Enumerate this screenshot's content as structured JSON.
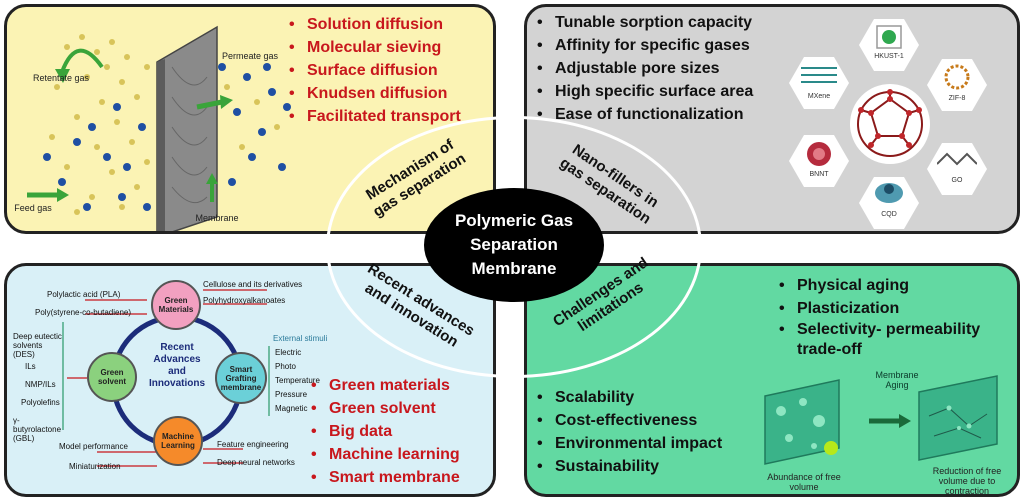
{
  "center": {
    "line1": "Polymeric Gas",
    "line2": "Separation",
    "line3": "Membrane"
  },
  "labels": {
    "mechanism": {
      "l1": "Mechanism of",
      "l2": "gas separation"
    },
    "nanofillers": {
      "l1": "Nano-fillers in",
      "l2": "gas separation"
    },
    "advances": {
      "l1": "Recent advances",
      "l2": "and innovation"
    },
    "challenges": {
      "l1": "Challenges and",
      "l2": "limitations"
    }
  },
  "mechanism_panel": {
    "items": [
      "Solution diffusion",
      "Molecular sieving",
      "Surface diffusion",
      "Knudsen diffusion",
      "Facilitated transport"
    ],
    "captions": {
      "retentate": "Retentate gas",
      "permeate": "Permeate gas",
      "feed": "Feed gas",
      "membrane": "Membrane"
    }
  },
  "nanofillers_panel": {
    "items": [
      "Tunable sorption capacity",
      "Affinity for specific gases",
      "Adjustable pore sizes",
      "High specific surface area",
      "Ease of functionalization"
    ],
    "fillers": [
      "MXene",
      "HKUST-1",
      "ZIF-8",
      "GO",
      "CQD",
      "BNNT"
    ]
  },
  "advances_panel": {
    "items": [
      "Green materials",
      "Green solvent",
      "Big data",
      "Machine learning",
      "Smart membrane"
    ],
    "center_text": {
      "l1": "Recent",
      "l2": "Advances",
      "l3": "and",
      "l4": "Innovations"
    },
    "nodes": {
      "green_materials": "Green Materials",
      "green_solvent": "Green solvent",
      "smart_grafting": "Smart Grafting membrane",
      "machine_learning": "Machine Learning"
    },
    "small": {
      "tl1": "Polylactic acid (PLA)",
      "tl2": "Poly(styrene-co-butadiene)",
      "tr1": "Cellulose and its derivatives",
      "tr2": "Polyhydroxyalkanoates",
      "l1": "Deep eutectic solvents (DES)",
      "l2": "ILs",
      "l3": "NMP/ILs",
      "l4": "Polyolefins",
      "l5": "γ-butyrolactone (GBL)",
      "r0": "External stimuli",
      "r1": "Electric",
      "r2": "Photo",
      "r3": "Temperature",
      "r4": "Pressure",
      "r5": "Magnetic",
      "b1": "Model performance",
      "b2": "Miniaturization",
      "b3": "Feature engineering",
      "b4": "Deep neural networks"
    }
  },
  "challenges_panel": {
    "items_top": [
      "Physical aging",
      "Plasticization",
      "Selectivity- permeability trade-off"
    ],
    "items_bottom": [
      "Scalability",
      "Cost-effectiveness",
      "Environmental impact",
      "Sustainability"
    ],
    "aging_label": "Membrane Aging",
    "caption_left": "Abundance of free volume",
    "caption_right": "Reduction of free volume due to contraction"
  },
  "colors": {
    "mechanism_bg": "#fbf3b4",
    "nanofillers_bg": "#d3d3d3",
    "advances_bg": "#d9f0f7",
    "challenges_bg": "#62d9a2",
    "red_text": "#c8171d"
  }
}
